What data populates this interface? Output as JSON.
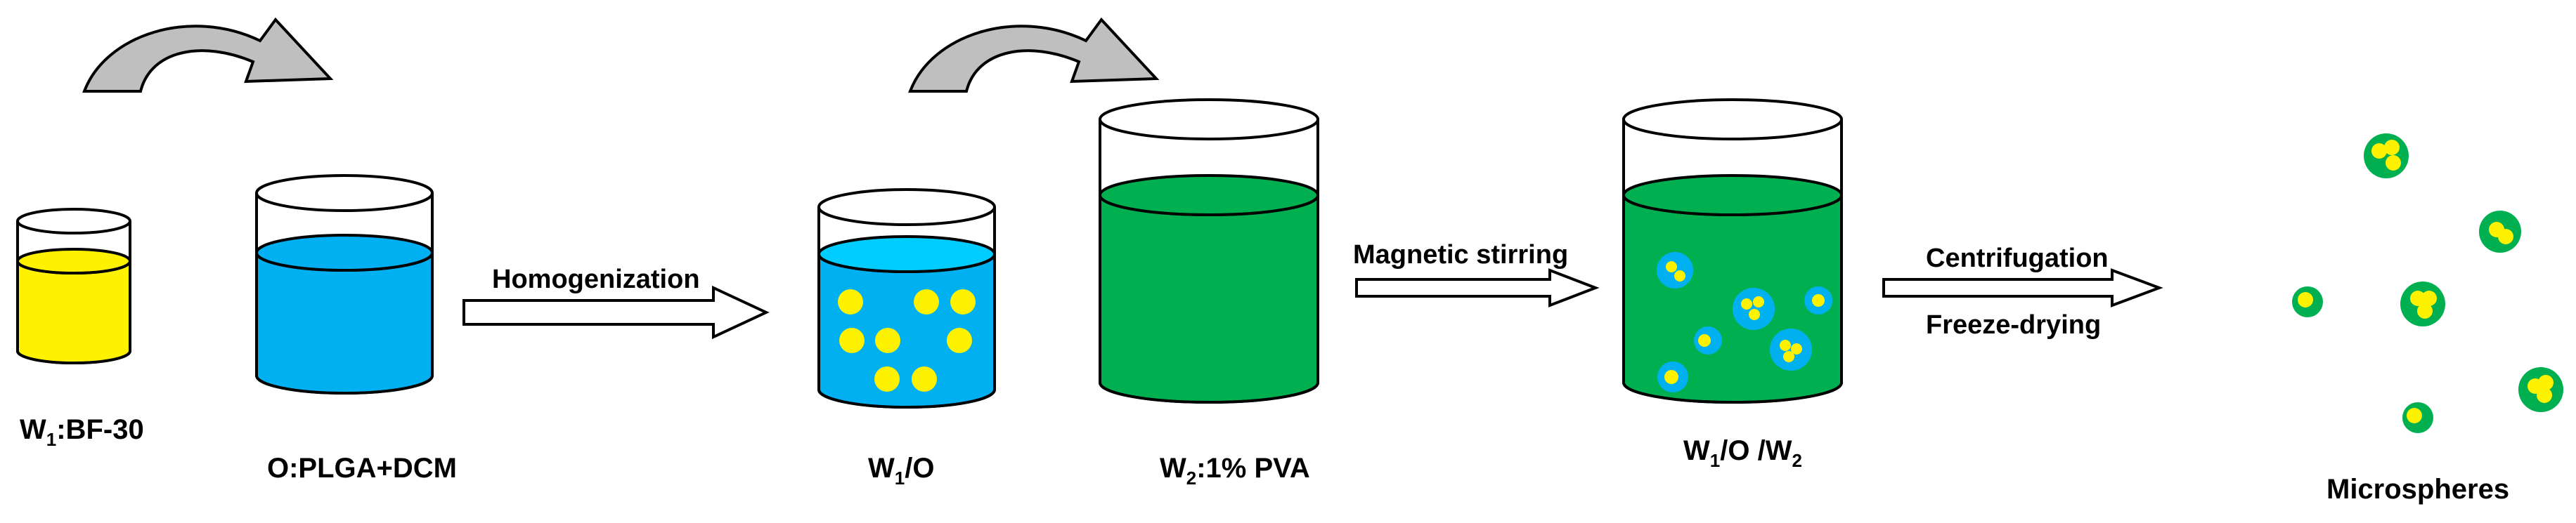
{
  "diagram": {
    "beakers": [
      {
        "id": "w1",
        "label": "W",
        "sub": "1",
        "rest": ":BF-30",
        "liquid": "yellow"
      },
      {
        "id": "o",
        "label": "O:PLGA+DCM",
        "liquid": "blue"
      },
      {
        "id": "w1o",
        "label": "W",
        "sub": "1",
        "rest": "/O",
        "liquid": "blue-with-yellow-droplets"
      },
      {
        "id": "w2",
        "label": "W",
        "sub": "2",
        "rest": ":1% PVA",
        "liquid": "green"
      },
      {
        "id": "w1ow2",
        "label": "W",
        "sub": "1",
        "rest": "/O /W",
        "sub2": "2",
        "liquid": "green-with-blue-droplets"
      }
    ],
    "steps": [
      {
        "id": "homogenization",
        "text": "Homogenization"
      },
      {
        "id": "magnetic",
        "text": "Magnetic stirring"
      },
      {
        "id": "centrifugation",
        "text": "Centrifugation"
      },
      {
        "id": "freeze",
        "text": "Freeze-drying"
      }
    ],
    "product": {
      "label": "Microspheres"
    },
    "colors": {
      "yellow": "#FFF200",
      "blue": "#00B0F0",
      "blue_top": "#00CCFF",
      "green": "#00B050",
      "arrow_gray": "#BFBFBF"
    },
    "icons": [
      "curved-transfer-arrow-icon",
      "process-arrow-icon"
    ]
  }
}
